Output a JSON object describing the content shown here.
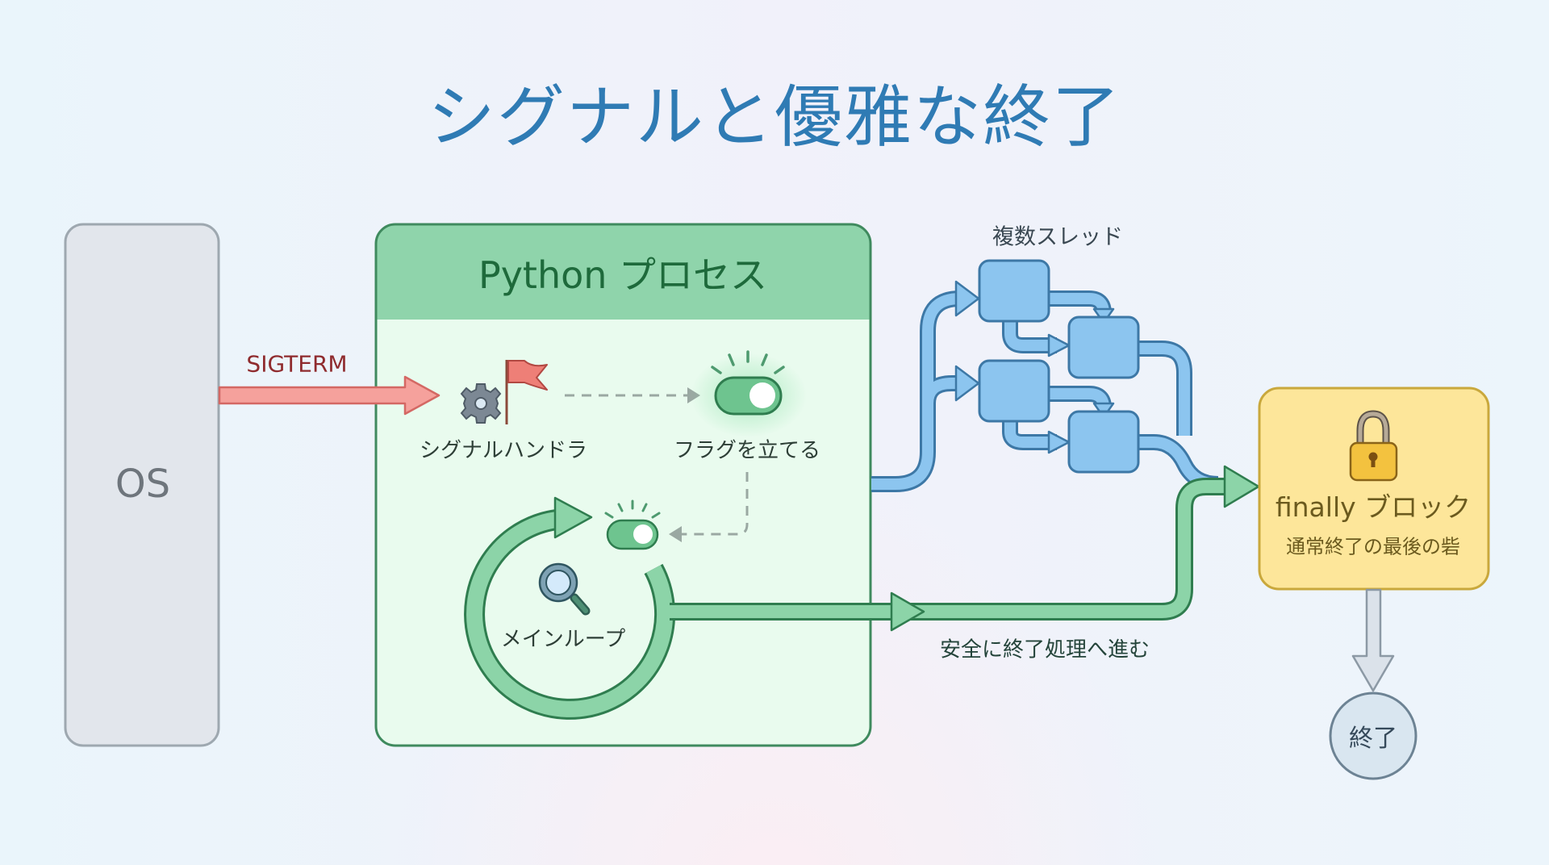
{
  "title": "シグナルと優雅な終了",
  "os": {
    "label": "OS"
  },
  "signal": {
    "label": "SIGTERM",
    "color": "#f39a96"
  },
  "python_process": {
    "title": "Python プロセス",
    "header_color": "#8fd4ab",
    "body_color": "#e9fbee",
    "signal_handler": {
      "label": "シグナルハンドラ",
      "icons": [
        "gear-icon",
        "flag-icon"
      ]
    },
    "set_flag": {
      "label": "フラグを立てる",
      "toggle_state": "on"
    },
    "main_loop": {
      "label": "メインループ",
      "icons": [
        "magnifier-icon"
      ],
      "flag_check_toggle_state": "on"
    }
  },
  "threads": {
    "label": "複数スレッド",
    "count": 4,
    "color": "#8cc5ef"
  },
  "safe_path": {
    "label": "安全に終了処理へ進む",
    "color": "#8cd4a8"
  },
  "finally_block": {
    "title": "finally ブロック",
    "subtitle": "通常終了の最後の砦",
    "icon": "lock-icon",
    "color": "#fde69a"
  },
  "end": {
    "label": "終了"
  }
}
